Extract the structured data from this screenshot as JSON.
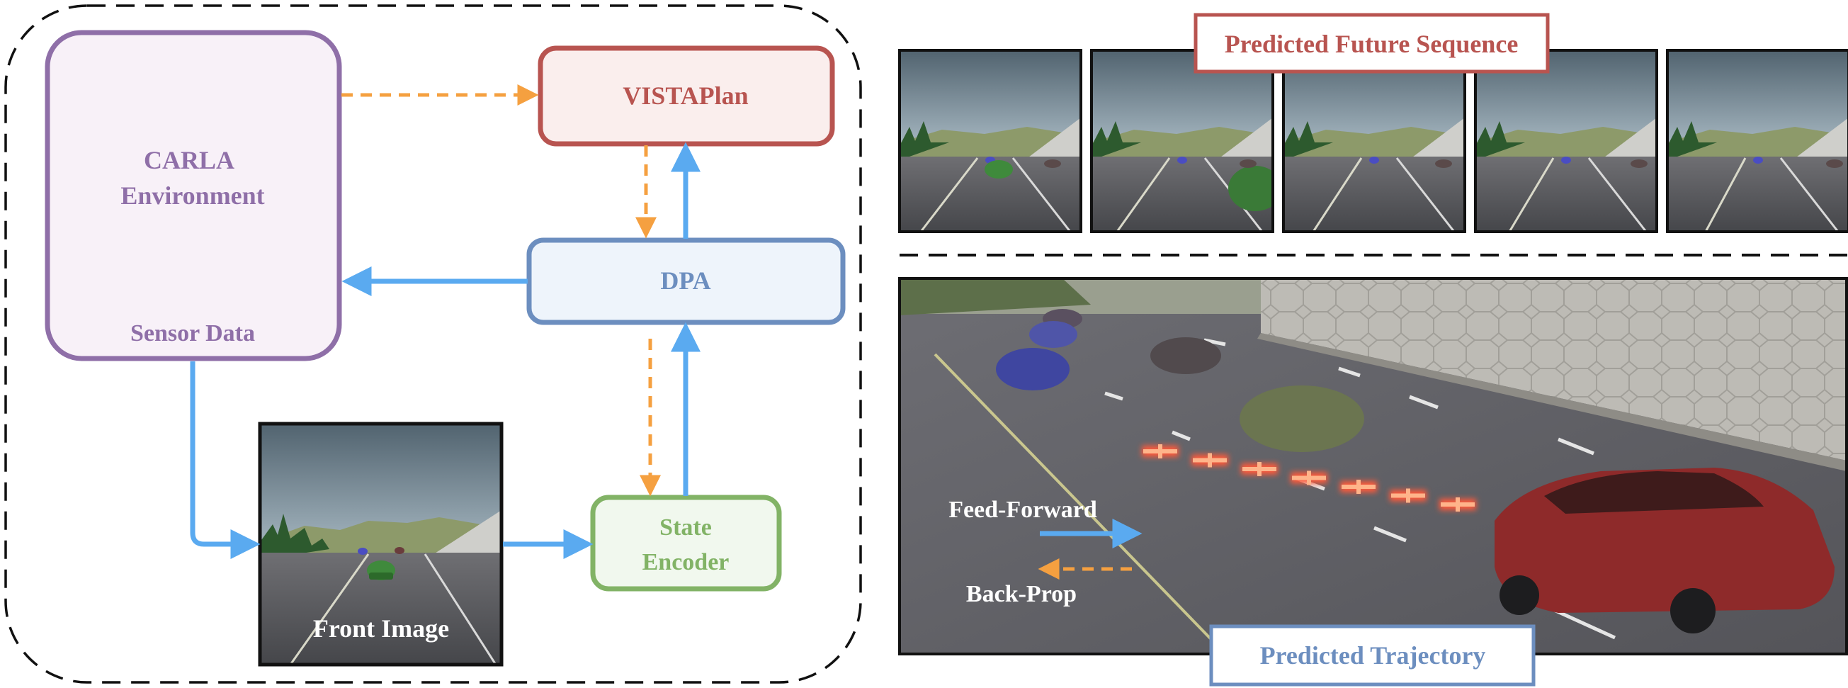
{
  "colors": {
    "carla": "#8f6fa8",
    "carla_fill": "#f8f1f8",
    "vista": "#b85450",
    "vista_fill": "#faeeed",
    "dpa": "#6c8ebf",
    "dpa_fill": "#eef4fb",
    "state": "#82b366",
    "state_fill": "#f1f8ee",
    "forward_arrow": "#5aaaf0",
    "backprop_arrow": "#f5a040",
    "predicted_traj": "#6c8ebf",
    "predicted_future": "#b85450"
  },
  "pipeline": {
    "carla_line1": "CARLA",
    "carla_line2": "Environment",
    "sensor_data": "Sensor Data",
    "vistaplan": "VISTAPlan",
    "dpa": "DPA",
    "state_line1": "State",
    "state_line2": "Encoder",
    "front_image": "Front Image"
  },
  "right_panel": {
    "future_title": "Predicted Future Sequence",
    "trajectory_title": "Predicted Trajectory",
    "legend_forward": "Feed-Forward",
    "legend_backprop": "Back-Prop",
    "frame_count": 5,
    "trajectory_marker_count": 7
  }
}
